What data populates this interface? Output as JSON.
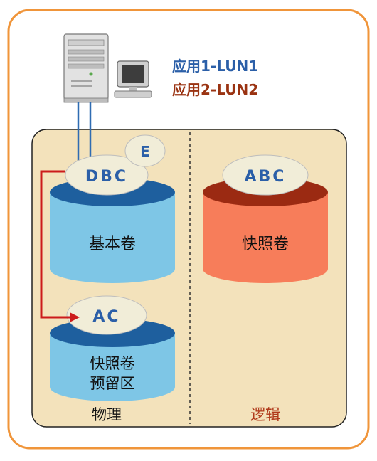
{
  "legend": {
    "app1": "应用1-LUN1",
    "app2": "应用2-LUN2"
  },
  "physical": {
    "label": "物理",
    "base_volume": {
      "cap_label": "DBC",
      "badge": "E",
      "body_label": "基本卷"
    },
    "reserve_volume": {
      "cap_label": "AC",
      "body_label_line1": "快照卷",
      "body_label_line2": "预留区"
    }
  },
  "logical": {
    "label": "逻辑",
    "snapshot_volume": {
      "cap_label": "ABC",
      "body_label": "快照卷"
    }
  },
  "colors": {
    "frame": "#f0953a",
    "panel": "#f3e2bb",
    "blue_cylinder": "#7ec6e6",
    "blue_top": "#1e5f9e",
    "red_cylinder": "#f77d5a",
    "red_top": "#9b2a12",
    "ellipse": "#f1edd8",
    "arrow": "#cc1b1b",
    "app1_text": "#2b5fa8",
    "app2_text": "#9a3312"
  }
}
